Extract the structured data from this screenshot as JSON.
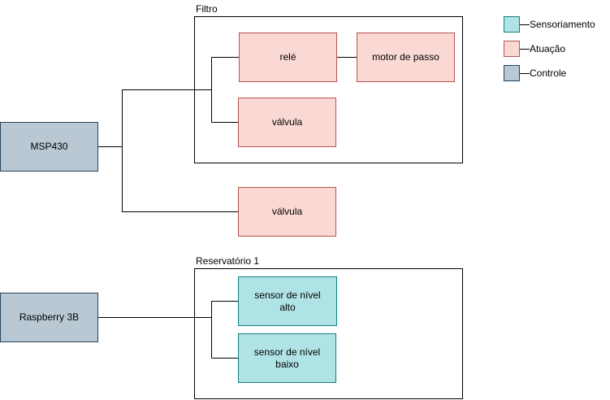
{
  "colors": {
    "sensoriamento": "#b0e3e6",
    "atuacao": "#fad9d5",
    "controle": "#bac8d3",
    "line": "#000000"
  },
  "groups": {
    "filtro": "Filtro",
    "reservatorio": "Reservatório 1"
  },
  "nodes": {
    "msp430": "MSP430",
    "raspberry": "Raspberry 3B",
    "rele": "relé",
    "motor": "motor de passo",
    "valvula_filtro": "válvula",
    "valvula_ext": "válvula",
    "sensor_alto": "sensor de nível\nalto",
    "sensor_baixo": "sensor de nível\nbaixo"
  },
  "legend": [
    {
      "label": "Sensoriamento",
      "kind": "sensoriamento"
    },
    {
      "label": "Atuação",
      "kind": "atuacao"
    },
    {
      "label": "Controle",
      "kind": "controle"
    }
  ]
}
